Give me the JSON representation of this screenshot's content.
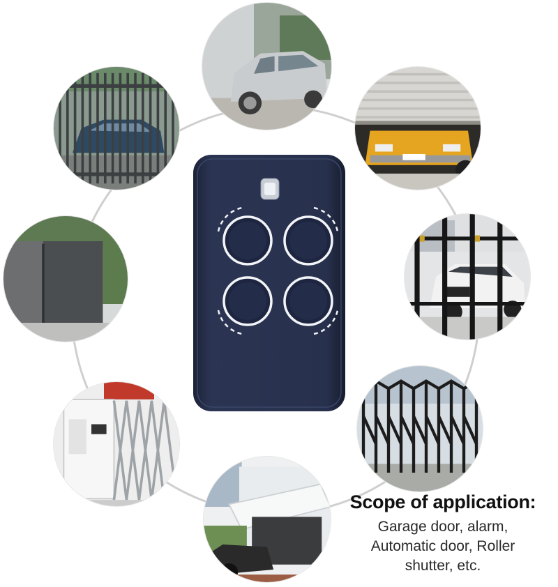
{
  "product": {
    "name": "4-button remote control",
    "color": "#26304a",
    "button_count": 4,
    "icon": "remote-control-icon"
  },
  "scope": {
    "title": "Scope of application:",
    "lines": [
      "Garage door, alarm,",
      "Automatic door, Roller",
      "shutter, etc."
    ]
  },
  "colors": {
    "ring": "#c9c9c9",
    "remote_body": "#26304a",
    "button_ring": "#f2f4f8"
  }
}
